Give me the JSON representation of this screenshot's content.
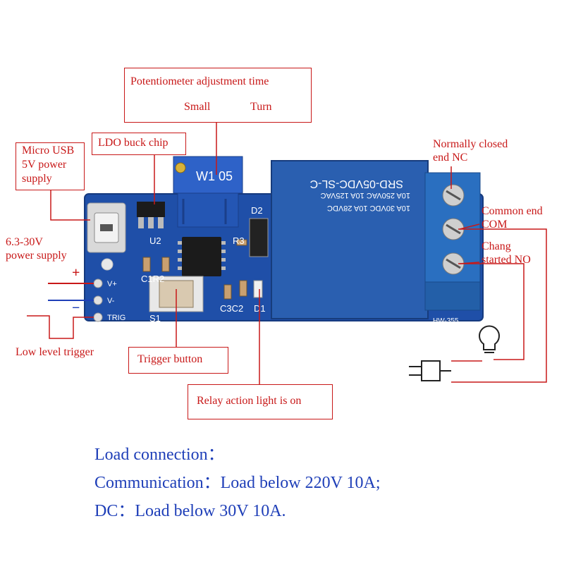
{
  "callouts": {
    "potentiometer_title": "Potentiometer adjustment time",
    "small": "Small",
    "turn": "Turn",
    "ldo": "LDO buck chip",
    "micro_usb_line1": "Micro USB",
    "micro_usb_line2": "5V power",
    "micro_usb_line3": "supply",
    "power_line1": "6.3-30V",
    "power_line2": "power supply",
    "nc_line1": "Normally closed",
    "nc_line2": "end NC",
    "com_line1": "Common end",
    "com_line2": "COM",
    "no_line1": "Chang",
    "no_line2": "started NO",
    "low_level": "Low level trigger",
    "trigger_button": "Trigger button",
    "relay_light": "Relay action light is on",
    "plus": "+",
    "minus": "−"
  },
  "board": {
    "pot_marking": "W1 05",
    "relay_line1": "SRD-05VDC-SL-C",
    "relay_line2": "10A 250VAC 10A 125VAC",
    "relay_line3": "10A 30VDC 10A 28VDC",
    "pin_vplus": "V+",
    "pin_vminus": "V-",
    "pin_trig": "TRIG",
    "ref_u2": "U2",
    "ref_d2": "D2",
    "ref_r3": "R3",
    "ref_c1r2": "C1R2",
    "ref_s1": "S1",
    "ref_c3c2": "C3C2",
    "ref_d1": "D1",
    "model": "HW-355"
  },
  "notes": {
    "line1": "Load connection：",
    "line2": "Communication：Load below 220V 10A;",
    "line3": "DC：Load below 30V 10A."
  },
  "colors": {
    "callout_red": "#c81818",
    "note_blue": "#1f3fb8",
    "board_blue": "#1f4fa8",
    "terminal_blue": "#2a6fc0"
  }
}
